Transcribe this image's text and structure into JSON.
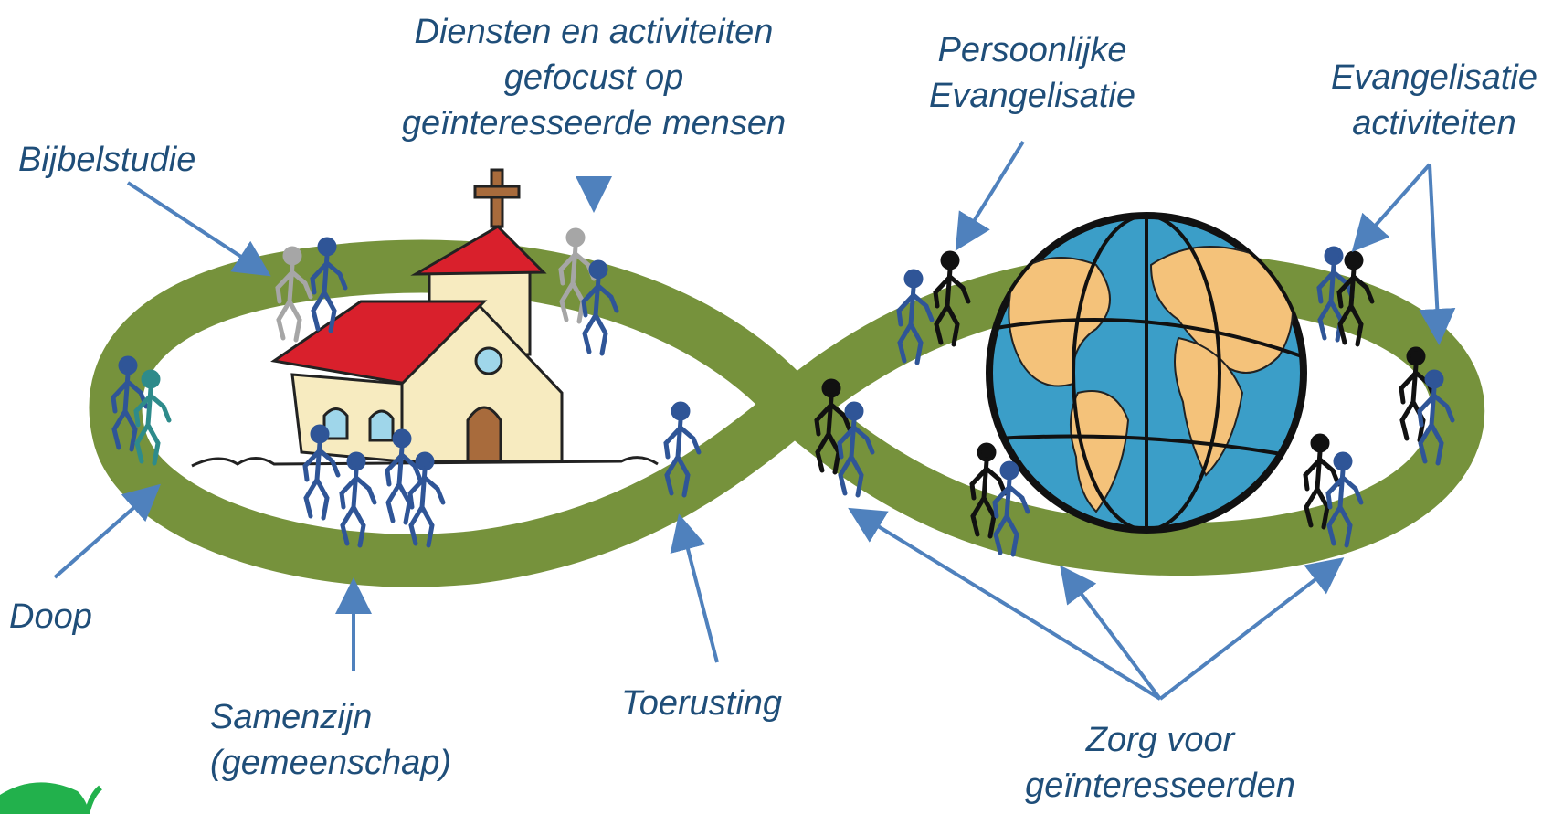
{
  "labels": {
    "bijbelstudie": [
      "Bijbelstudie"
    ],
    "diensten": [
      "Diensten en activiteiten",
      "gefocust  op",
      "geïnteresseerde mensen"
    ],
    "persoonlijke": [
      "Persoonlijke",
      "Evangelisatie"
    ],
    "evangelisatie_activiteiten": [
      "Evangelisatie",
      "activiteiten"
    ],
    "doop": [
      "Doop"
    ],
    "samenzijn": [
      "Samenzijn",
      "(gemeenschap)"
    ],
    "toerusting": [
      "Toerusting"
    ],
    "zorg": [
      "Zorg voor",
      "geïnteresseerden"
    ]
  },
  "colors": {
    "label_text": "#1f4e79",
    "arrow": "#4f81bd",
    "track": "#76923c",
    "roof": "#d9202c",
    "church_wall": "#f7ebc0",
    "ocean": "#3b9ec8",
    "land": "#f4c27a",
    "figure_blue": "#2f5597",
    "figure_black": "#111111",
    "figure_grey": "#a6a6a6",
    "figure_teal": "#2e8b8b",
    "logo_green": "#22b14c"
  },
  "icons": [
    "church-icon",
    "globe-icon",
    "walking-person-icon",
    "logo-icon"
  ]
}
